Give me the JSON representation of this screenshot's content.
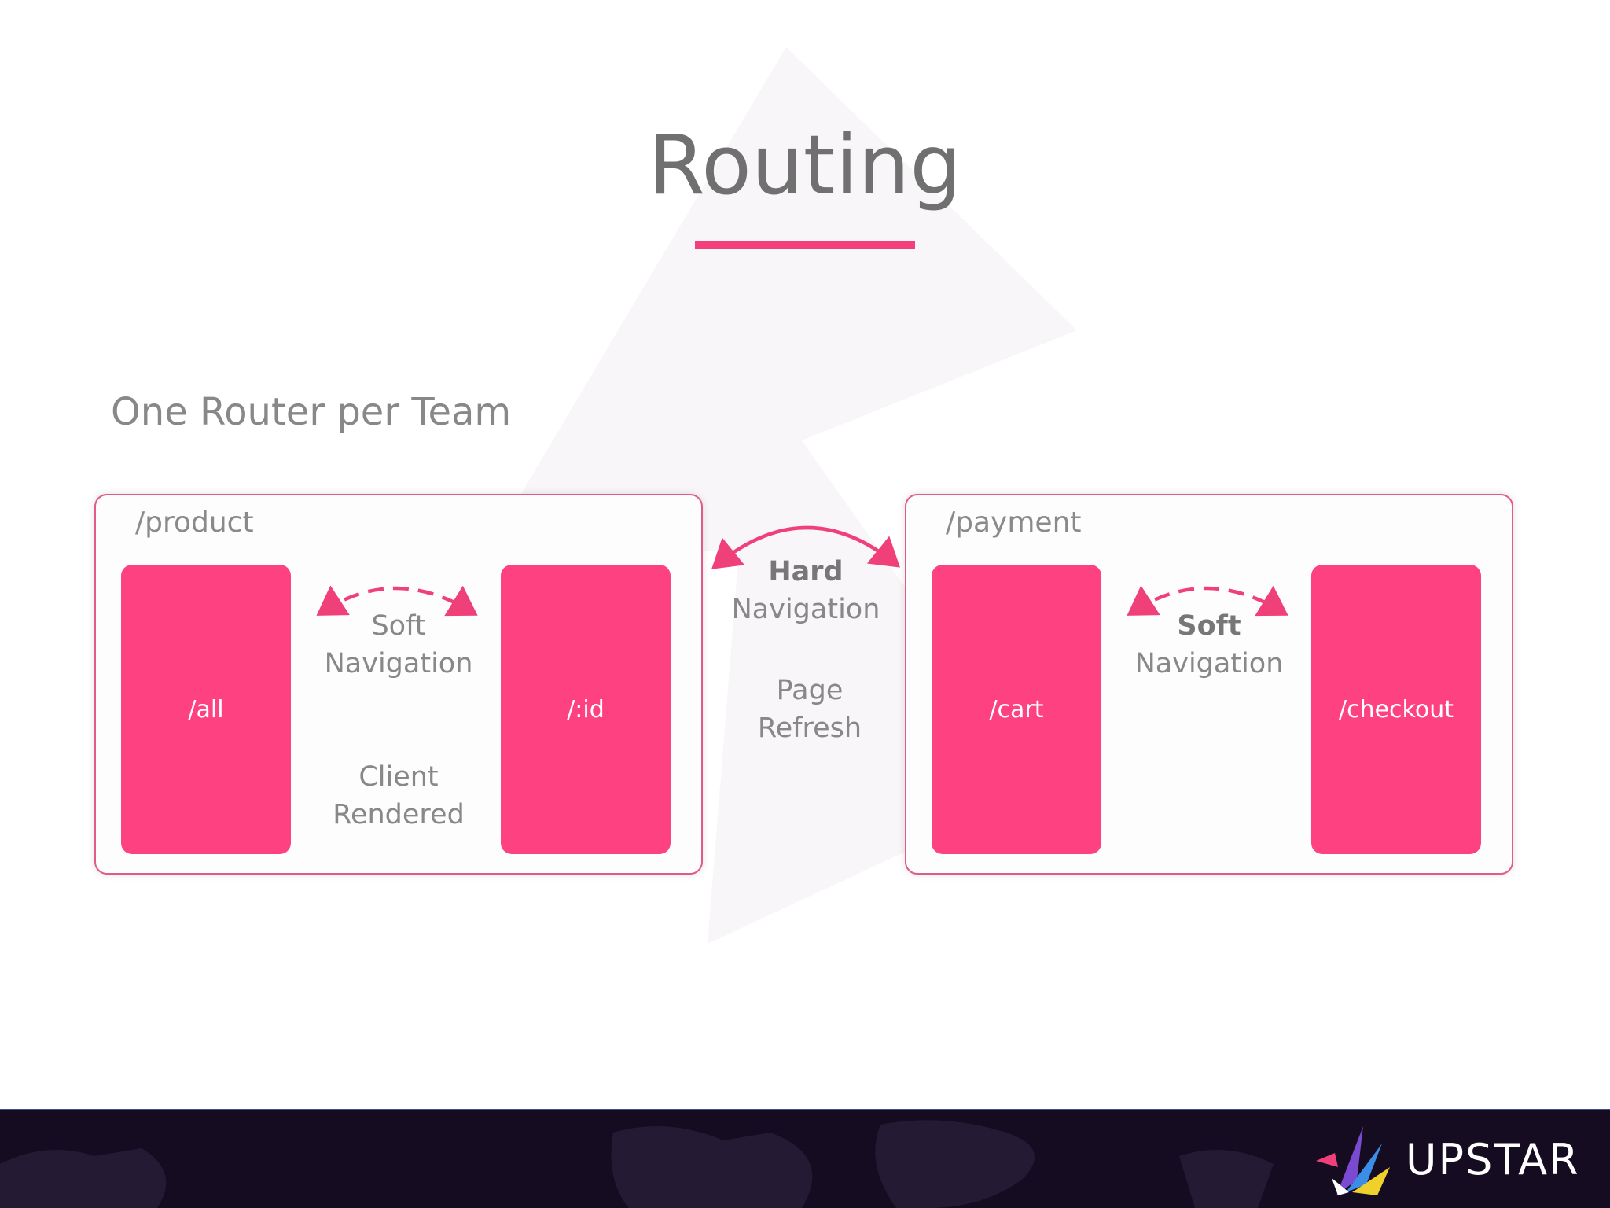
{
  "slide": {
    "title": "Routing",
    "subtitle": "One Router per Team"
  },
  "teams": {
    "product": {
      "label": "/product",
      "routes": [
        "/all",
        "/:id"
      ],
      "soft_nav": {
        "line1": "Soft",
        "line2": "Navigation"
      },
      "client_rendered": {
        "line1": "Client",
        "line2": "Rendered"
      }
    },
    "payment": {
      "label": "/payment",
      "routes": [
        "/cart",
        "/checkout"
      ],
      "soft_nav": {
        "line1": "Soft",
        "line2": "Navigation"
      }
    }
  },
  "hard_nav": {
    "line1": "Hard",
    "line2": "Navigation",
    "page_refresh_line1": "Page",
    "page_refresh_line2": "Refresh"
  },
  "brand": {
    "logo_text": "UPSTAR",
    "accent": "#fe4180",
    "footer_bg": "#160c22"
  }
}
